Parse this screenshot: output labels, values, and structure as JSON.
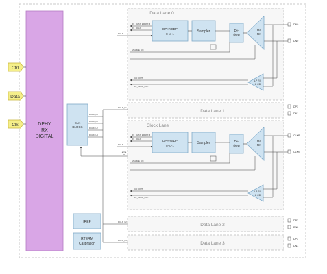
{
  "digital_block": {
    "lines": [
      "DPHY",
      "RX",
      "DIGITAL"
    ]
  },
  "inputs": [
    "Ctrl",
    "Data",
    "Clk"
  ],
  "clk_block": {
    "lines": [
      "CLK",
      "BLOCK"
    ],
    "outputs": [
      "PCLK_L0",
      "PCLK_L1",
      "PCLK_L2",
      "PCLK_L3"
    ]
  },
  "iref_label": "IREF",
  "rterm_label": [
    "RTERM",
    "Calibration"
  ],
  "lane0": {
    "title": "Data Lane 0",
    "deser": [
      "DPHYSDP",
      "8-to-1"
    ],
    "sampler": "Sampler",
    "deskew": [
      "De-",
      "skew"
    ],
    "hsrx": [
      "HS",
      "RX"
    ],
    "lprx": [
      "LP RX",
      "& CD"
    ],
    "pins": [
      "DN0",
      "DN0"
    ],
    "signals": [
      "RX_DATA_ERR[8:0]",
      "RX_BCLK",
      "PCLK",
      "ENABLE_RX"
    ],
    "lp_signals": [
      "CD_OUT",
      "LP_DATA_OUT"
    ]
  },
  "lane1": {
    "title": "Data Lane 1",
    "pins": [
      "DP1",
      "DN1"
    ],
    "signal": "PCLK_L1"
  },
  "clock_lane": {
    "title": "Clock Lane",
    "deser": [
      "DPHYSDP",
      "8-to-1"
    ],
    "sampler": "Sampler",
    "deskew": [
      "De-",
      "skew"
    ],
    "hsrx": [
      "HS",
      "RX"
    ],
    "lprx": [
      "LP RX",
      "& CD"
    ],
    "pins": [
      "CLKP",
      "CLKN"
    ],
    "signals": [
      "RX_DATA_ERR[8:0]",
      "RX_BCLK",
      "PCLK",
      "ENABLE_RX"
    ],
    "lp_signals": [
      "CD_OUT",
      "LP_DATA_OUT"
    ]
  },
  "lane2": {
    "title": "Data Lane 2",
    "pins": [
      "DP2",
      "DN2"
    ],
    "signal": "PCLK_L2"
  },
  "lane3": {
    "title": "Data Lane 3",
    "pins": [
      "DP3",
      "DN3"
    ],
    "signal": "PCLK_L3"
  },
  "colors": {
    "block_fill": "#cfe3f1",
    "digital_fill": "#d9a6e6",
    "input_fill": "#f5ef8a",
    "line": "#444444"
  }
}
